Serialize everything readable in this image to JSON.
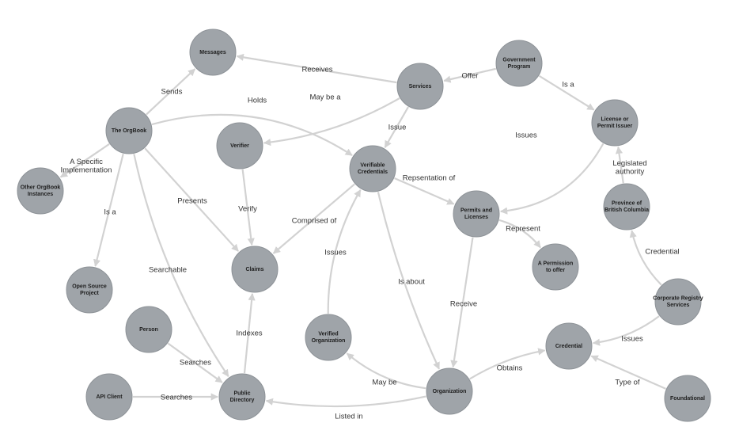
{
  "nodes": [
    {
      "id": "messages",
      "label": [
        "Messages"
      ]
    },
    {
      "id": "services",
      "label": [
        "Services"
      ]
    },
    {
      "id": "government_program",
      "label": [
        "Government",
        "Program"
      ]
    },
    {
      "id": "orgbook",
      "label": [
        "The OrgBook"
      ]
    },
    {
      "id": "license_issuer",
      "label": [
        "License or",
        "Permit Issuer"
      ]
    },
    {
      "id": "verifier",
      "label": [
        "Verifier"
      ]
    },
    {
      "id": "verifiable_credentials",
      "label": [
        "Verifiable",
        "Credentials"
      ]
    },
    {
      "id": "other_orgbook",
      "label": [
        "Other OrgBook",
        "Instances"
      ]
    },
    {
      "id": "permits_licenses",
      "label": [
        "Permits and",
        "Licenses"
      ]
    },
    {
      "id": "province_bc",
      "label": [
        "Province of",
        "British Columbia"
      ]
    },
    {
      "id": "claims",
      "label": [
        "Claims"
      ]
    },
    {
      "id": "permission_to_offer",
      "label": [
        "A Permission",
        "to offer"
      ]
    },
    {
      "id": "open_source",
      "label": [
        "Open Source",
        "Project"
      ]
    },
    {
      "id": "corporate_registry",
      "label": [
        "Corporate Registry",
        "Services"
      ]
    },
    {
      "id": "person",
      "label": [
        "Person"
      ]
    },
    {
      "id": "verified_org",
      "label": [
        "Verified",
        "Organization"
      ]
    },
    {
      "id": "credential",
      "label": [
        "Credential"
      ]
    },
    {
      "id": "api_client",
      "label": [
        "API Client"
      ]
    },
    {
      "id": "public_directory",
      "label": [
        "Public",
        "Directory"
      ]
    },
    {
      "id": "organization",
      "label": [
        "Organization"
      ]
    },
    {
      "id": "foundational",
      "label": [
        "Foundational"
      ]
    }
  ],
  "edges": [
    {
      "from": "services",
      "to": "messages",
      "label": "Receives"
    },
    {
      "from": "government_program",
      "to": "services",
      "label": "Offer"
    },
    {
      "from": "government_program",
      "to": "license_issuer",
      "label": "Is a"
    },
    {
      "from": "orgbook",
      "to": "messages",
      "label": "Sends"
    },
    {
      "from": "orgbook",
      "to": "verifiable_credentials",
      "label": "Holds"
    },
    {
      "from": "services",
      "to": "verifier",
      "label": "May be a"
    },
    {
      "from": "services",
      "to": "verifiable_credentials",
      "label": "Issue"
    },
    {
      "from": "orgbook",
      "to": "other_orgbook",
      "label": "A Specific Implementation"
    },
    {
      "from": "license_issuer",
      "to": "permits_licenses",
      "label": "Issues"
    },
    {
      "from": "verifiable_credentials",
      "to": "permits_licenses",
      "label": "Repsentation of"
    },
    {
      "from": "province_bc",
      "to": "license_issuer",
      "label": "Legislated authority"
    },
    {
      "from": "orgbook",
      "to": "claims",
      "label": "Presents"
    },
    {
      "from": "verifier",
      "to": "claims",
      "label": "Verify"
    },
    {
      "from": "verifiable_credentials",
      "to": "claims",
      "label": "Comprised of"
    },
    {
      "from": "orgbook",
      "to": "open_source",
      "label": "Is a"
    },
    {
      "from": "permits_licenses",
      "to": "permission_to_offer",
      "label": "Represent"
    },
    {
      "from": "corporate_registry",
      "to": "province_bc",
      "label": "Credential"
    },
    {
      "from": "orgbook",
      "to": "public_directory",
      "label": "Searchable"
    },
    {
      "from": "verified_org",
      "to": "verifiable_credentials",
      "label": "Issues"
    },
    {
      "from": "verifiable_credentials",
      "to": "organization",
      "label": "Is about"
    },
    {
      "from": "permits_licenses",
      "to": "organization",
      "label": "Receive"
    },
    {
      "from": "public_directory",
      "to": "claims",
      "label": "Indexes"
    },
    {
      "from": "corporate_registry",
      "to": "credential",
      "label": "Issues"
    },
    {
      "from": "person",
      "to": "public_directory",
      "label": "Searches"
    },
    {
      "from": "api_client",
      "to": "public_directory",
      "label": "Searches"
    },
    {
      "from": "organization",
      "to": "verified_org",
      "label": "May be"
    },
    {
      "from": "organization",
      "to": "credential",
      "label": "Obtains"
    },
    {
      "from": "foundational",
      "to": "credential",
      "label": "Type of"
    },
    {
      "from": "organization",
      "to": "public_directory",
      "label": "Listed in"
    }
  ]
}
